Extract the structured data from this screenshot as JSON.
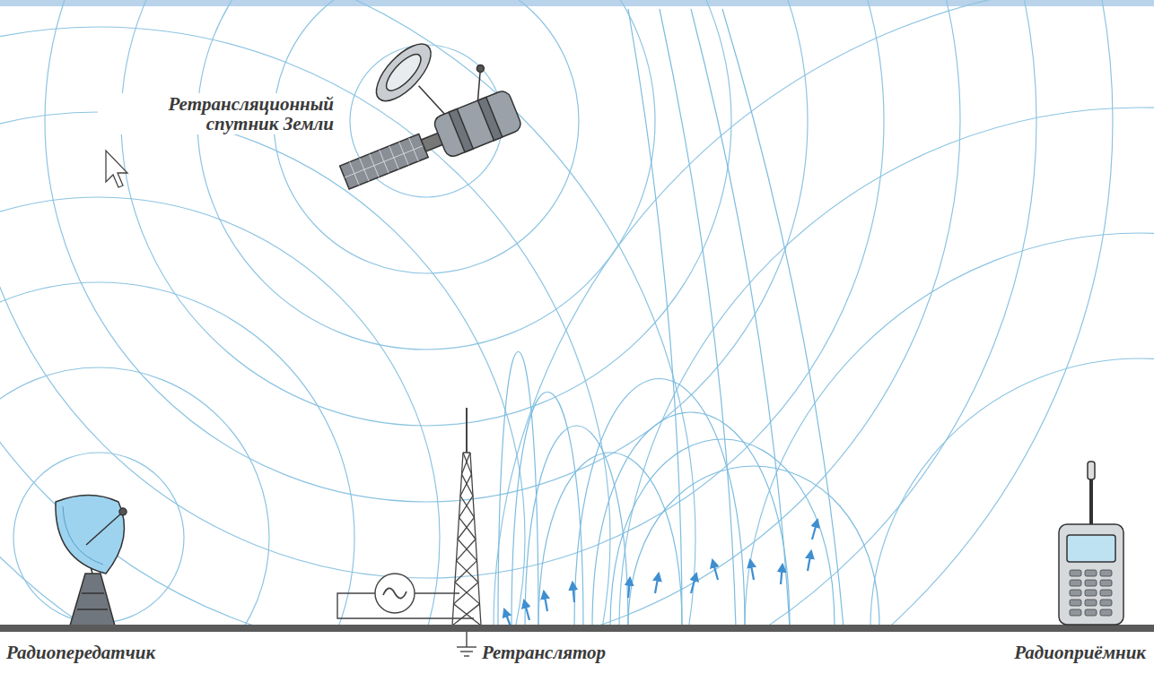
{
  "diagram": {
    "labels": [
      "Ретрансляционный спутник Земли",
      "Радиопередатчик",
      "Ретранслятор",
      "Радиоприёмник"
    ]
  }
}
